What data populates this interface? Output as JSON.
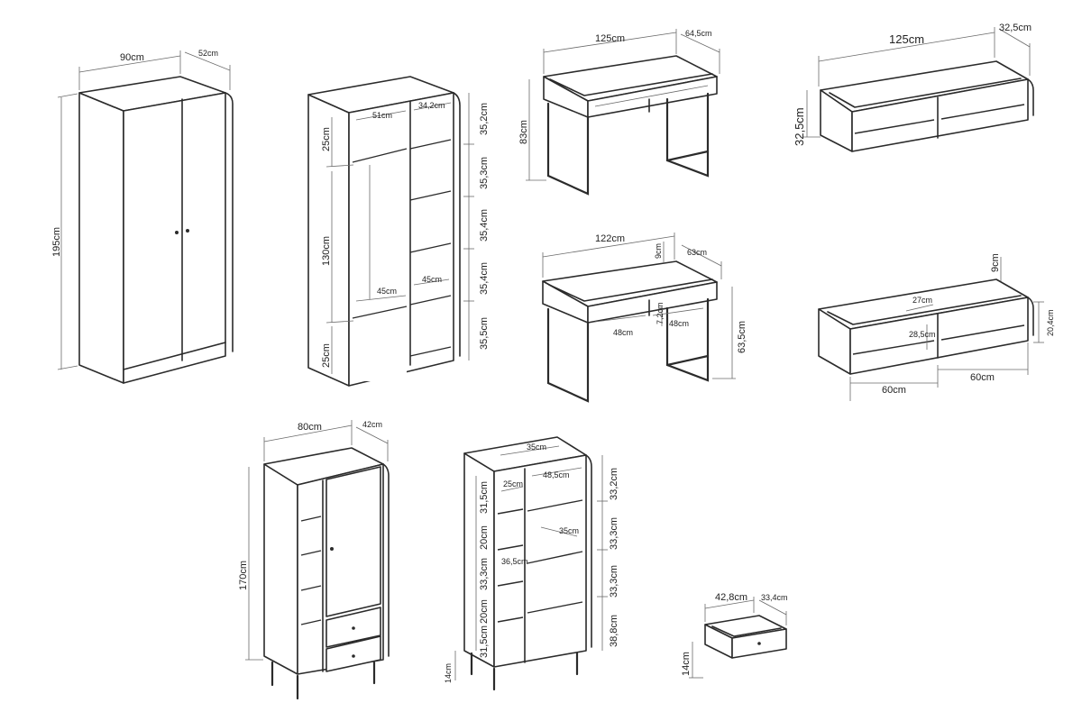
{
  "colors": {
    "line": "#2b2b2b",
    "dim_line": "#6a6a6a",
    "background": "#ffffff",
    "text": "#222222"
  },
  "wardrobe_2door": {
    "width": "90cm",
    "depth": "52cm",
    "height": "195cm"
  },
  "wardrobe_interior": {
    "inner_left_width": "51cm",
    "inner_right_width": "34,2cm",
    "top_gap": "25cm",
    "hanging_height": "130cm",
    "bottom_gap": "25cm",
    "shelf_1": "35,2cm",
    "shelf_2": "35,3cm",
    "shelf_3": "35,4cm",
    "shelf_4": "35,4cm",
    "shelf_5": "35,5cm",
    "rail_depth_left": "45cm",
    "rail_depth_right": "45cm"
  },
  "desk_large": {
    "width": "125cm",
    "depth": "64,5cm",
    "height": "83cm"
  },
  "desk_small": {
    "width": "122cm",
    "depth": "63cm",
    "riser": "9cm",
    "height": "63,5cm",
    "drawer_left": "48cm",
    "drawer_right": "48cm",
    "drawer_height": "7,2cm"
  },
  "wall_shelf_top": {
    "width": "125cm",
    "depth": "32,5cm",
    "height": "32,5cm"
  },
  "wall_shelf_bottom": {
    "riser": "9cm",
    "inner_depth": "27cm",
    "height": "20,4cm",
    "inner_height": "28,5cm",
    "left_width": "60cm",
    "right_width": "60cm"
  },
  "wardrobe_small": {
    "width": "80cm",
    "depth": "42cm",
    "height": "170cm"
  },
  "bookcase": {
    "top_inner": "35cm",
    "inner_width": "48,5cm",
    "left_col": "25cm",
    "right_shelf": "35cm",
    "depth_mark": "36,5cm",
    "left_1": "31,5cm",
    "left_2": "20cm",
    "left_3": "33,3cm",
    "left_4": "20cm",
    "left_5": "31,5cm",
    "right_1": "33,2cm",
    "right_2": "33,3cm",
    "right_3": "33,3cm",
    "right_4": "38,8cm",
    "leg_height": "14cm"
  },
  "drawer_unit": {
    "width": "42,8cm",
    "depth": "33,4cm",
    "height": "14cm"
  }
}
